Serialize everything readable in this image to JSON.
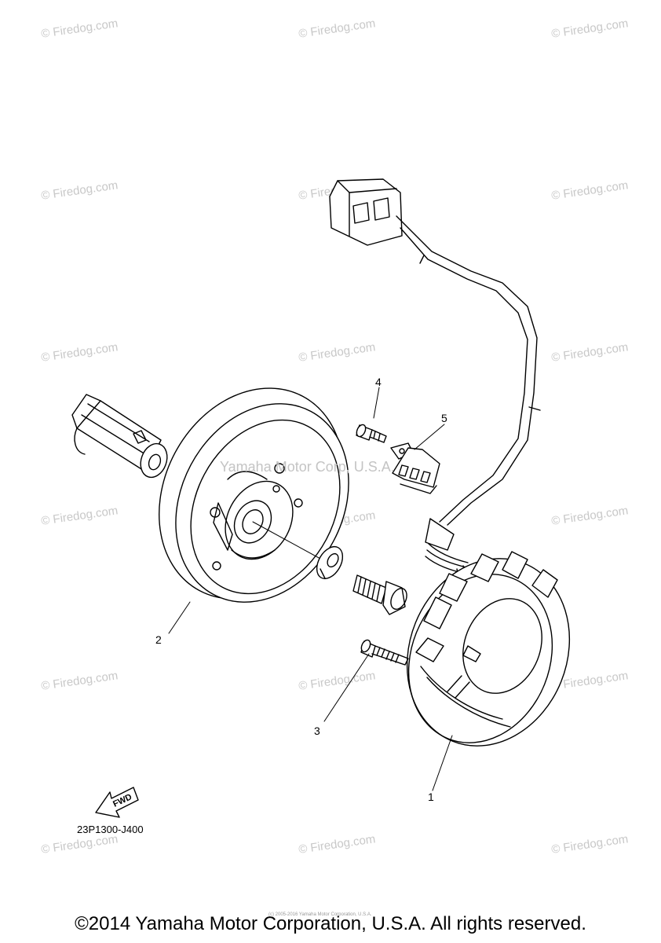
{
  "watermarks": {
    "firedog": "© Firedog.com",
    "center": "Yamaha Motor Corp, U.S.A."
  },
  "callouts": {
    "part1": "1",
    "part2": "2",
    "part3": "3",
    "part4": "4",
    "part5": "5"
  },
  "fwd_arrow": {
    "label": "FWD"
  },
  "diagram_code": "23P1300-J400",
  "tiny_credit": "(c) 2005-2016 Yamaha Motor Corporation, U.S.A.",
  "copyright": "©2014 Yamaha Motor Corporation, U.S.A. All rights reserved.",
  "colors": {
    "line": "#000000",
    "watermark": "#c8c8c8"
  }
}
